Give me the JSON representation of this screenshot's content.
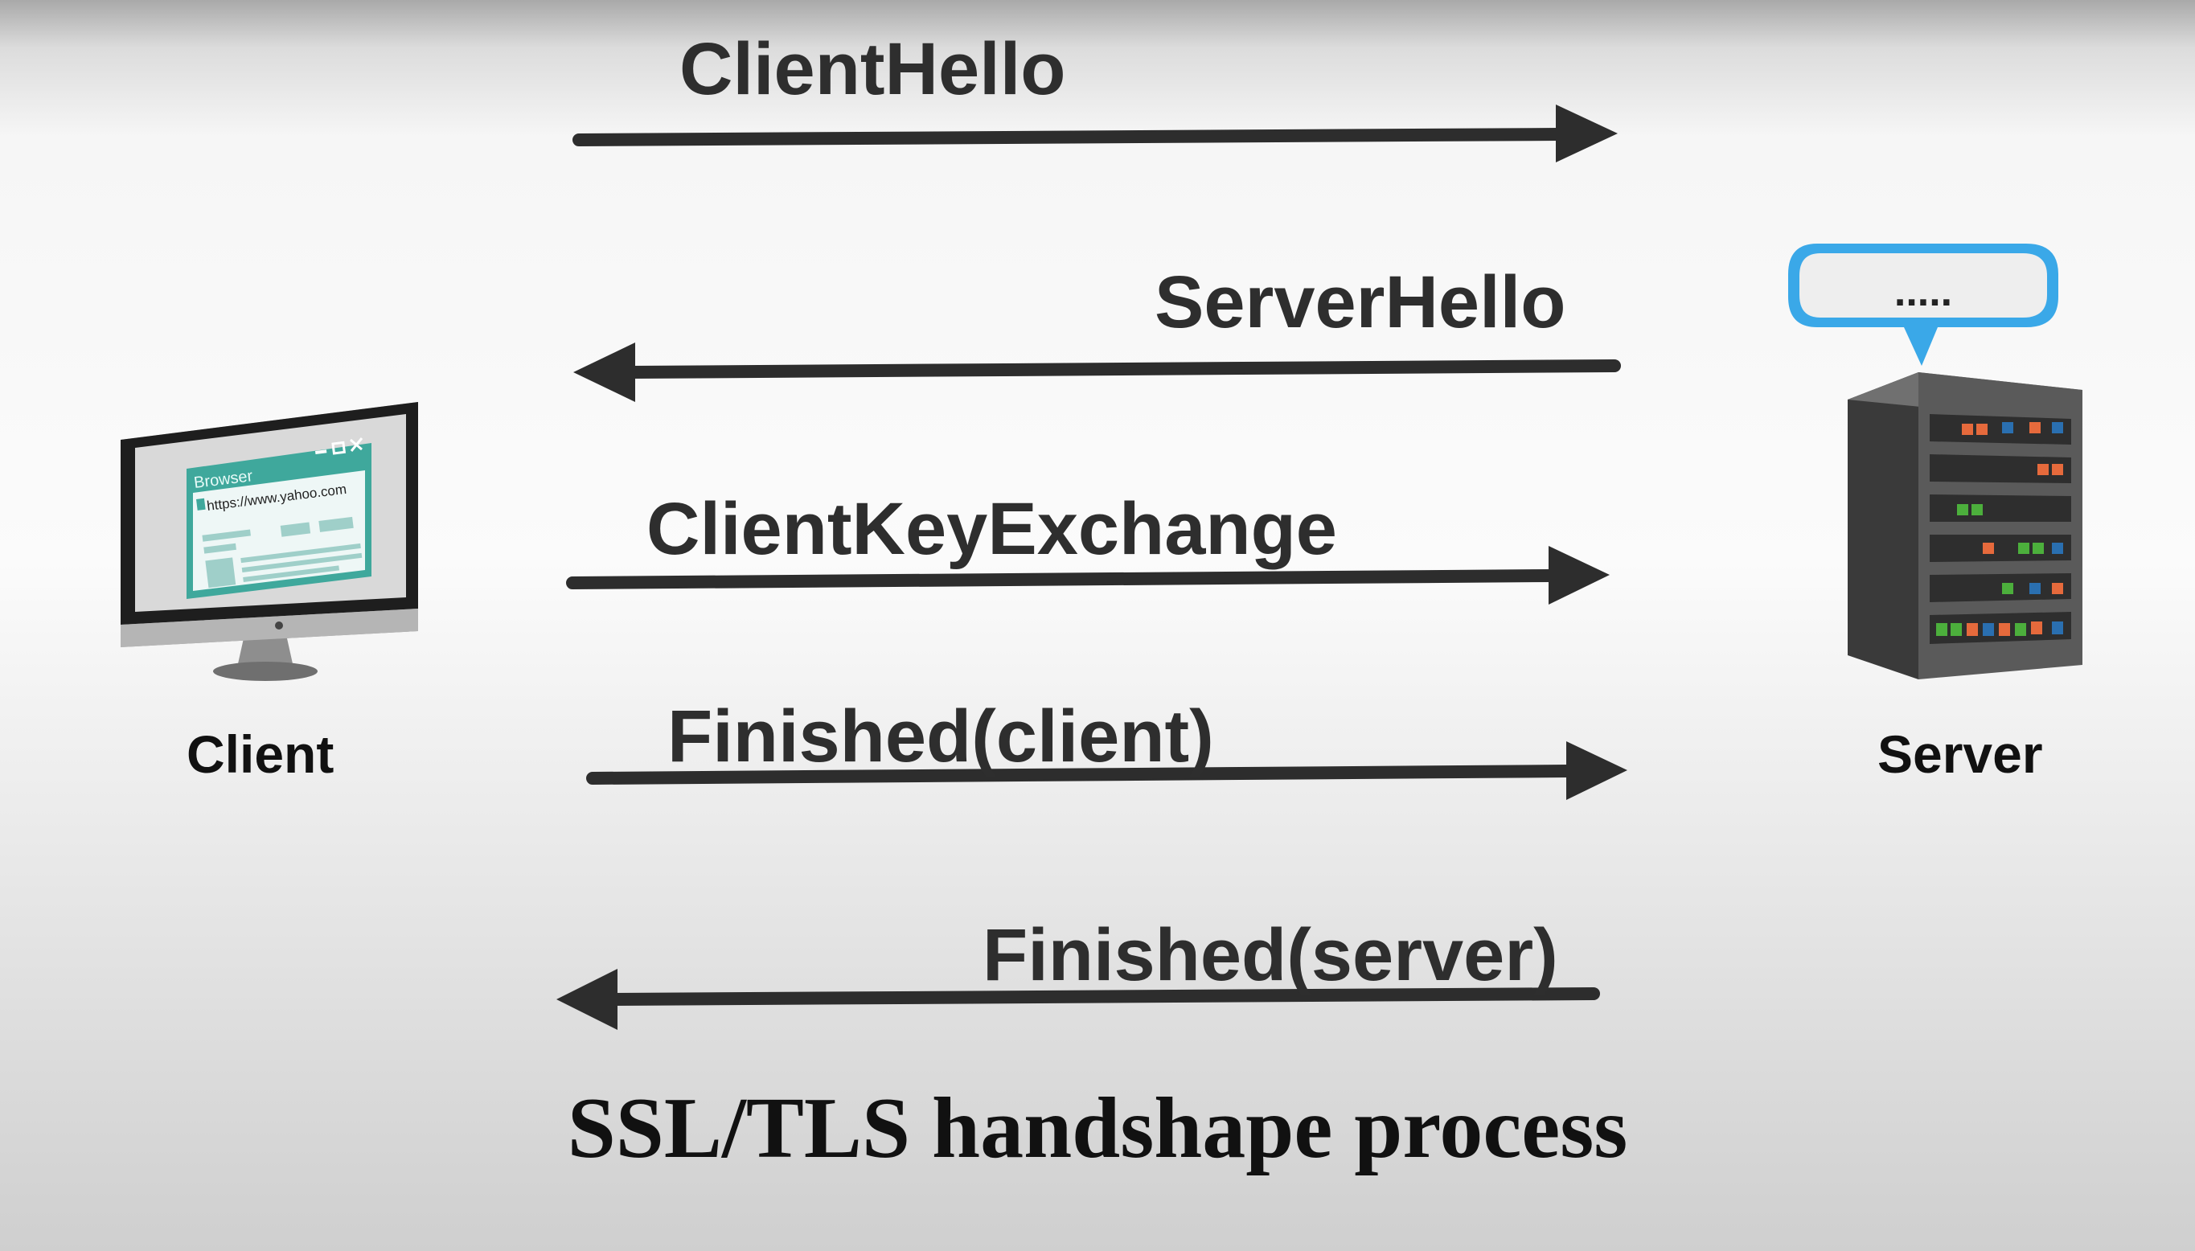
{
  "messages": [
    {
      "label": "ClientHello",
      "direction": "client-to-server"
    },
    {
      "label": "ServerHello",
      "direction": "server-to-client"
    },
    {
      "label": "ClientKeyExchange",
      "direction": "client-to-server"
    },
    {
      "label": "Finished(client)",
      "direction": "client-to-server"
    },
    {
      "label": "Finished(server)",
      "direction": "server-to-client"
    }
  ],
  "client": {
    "label": "Client",
    "browser_title": "Browser",
    "browser_url": "https://www.yahoo.com"
  },
  "server": {
    "label": "Server",
    "bubble_text": "....."
  },
  "caption": "SSL/TLS handshape process",
  "colors": {
    "arrow": "#2d2d2d",
    "browser_teal": "#3fa89c",
    "server_body": "#4b4b4b",
    "bubble_border": "#3aa8e8"
  }
}
